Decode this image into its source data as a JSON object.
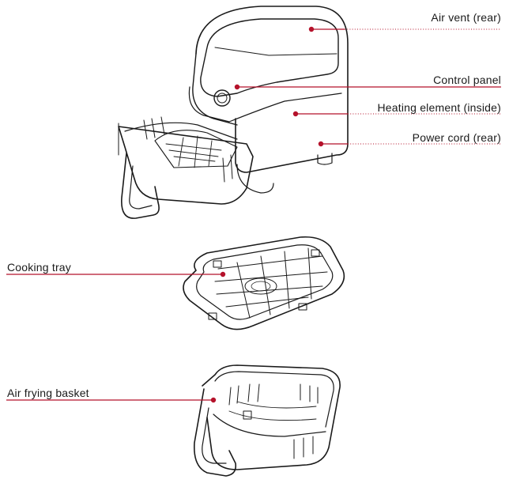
{
  "accent_color": "#b5122b",
  "line_color": "#1a1a1a",
  "callouts": {
    "air_vent": "Air vent (rear)",
    "control_panel": "Control panel",
    "heating_element": "Heating element (inside)",
    "power_cord": "Power cord (rear)",
    "cooking_tray": "Cooking tray",
    "air_frying_basket": "Air frying basket"
  },
  "parts": {
    "fryer": "air-fryer-assembled",
    "tray": "cooking-tray",
    "basket": "air-frying-basket"
  }
}
